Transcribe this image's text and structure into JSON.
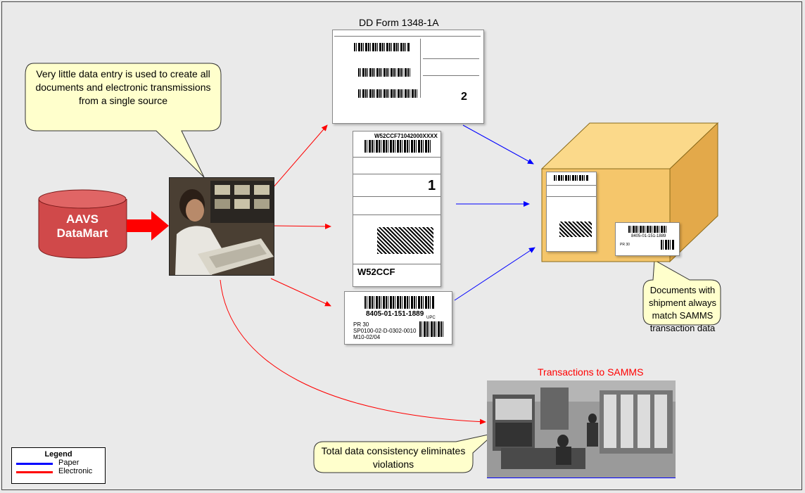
{
  "callouts": {
    "data_entry": "Very little data entry is used to create all documents and electronic transmissions from a single source",
    "shipment": "Documents with shipment always match SAMMS transaction data",
    "consistency": "Total data consistency eliminates violations"
  },
  "datamart": {
    "line1": "AAVS",
    "line2": "DataMart"
  },
  "form_title": "DD Form 1348-1A",
  "samms_title": "Transactions to SAMMS",
  "form_doc": {
    "page_no": "2"
  },
  "shipping_label": {
    "header": "W52CCF71042000XXXX",
    "big_number": "1",
    "footer": "W52CCF"
  },
  "product_label": {
    "nsn": "8405-01-151-1889",
    "line1": "PR  30",
    "line2": "SP0100-02-D-0302-0010",
    "line3": "M10-02/04",
    "upc": "UPC"
  },
  "box_label": {
    "nsn": "8405-01-151-1889",
    "line1": "PR  30"
  },
  "legend": {
    "title": "Legend",
    "items": [
      {
        "label": "Paper",
        "color": "#0000ff"
      },
      {
        "label": "Electronic",
        "color": "#ff0000"
      }
    ]
  },
  "colors": {
    "callout_fill": "#ffffcc",
    "paper_arrow": "#0000ff",
    "electronic_arrow": "#ff0000",
    "datamart": "#cc3333",
    "box": "#f5c66b"
  }
}
